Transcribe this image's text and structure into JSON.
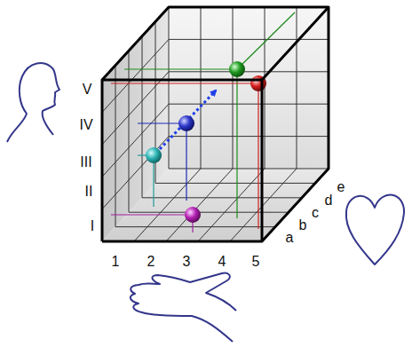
{
  "diagram": {
    "labels": [
      "V",
      "IV",
      "III",
      "II",
      "I",
      "1",
      "2",
      "3",
      "4",
      "5",
      "a",
      "b",
      "c",
      "d",
      "e"
    ]
  }
}
